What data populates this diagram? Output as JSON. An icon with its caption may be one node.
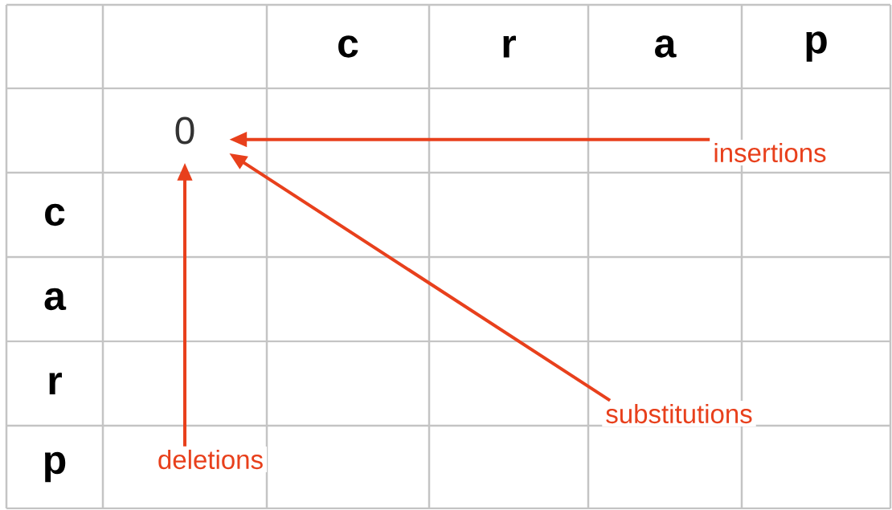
{
  "diagram": {
    "nodes": [
      {
        "text": [
          "0"
        ]
      },
      {
        "text": [
          "insertions"
        ]
      },
      {
        "text": [
          "deletions"
        ]
      },
      {
        "text": [
          "substitutions"
        ]
      }
    ],
    "edges": [
      {
        "from": 1,
        "to": 0,
        "arrow": "to"
      },
      {
        "from": 2,
        "to": 0,
        "arrow": "to"
      },
      {
        "from": 3,
        "to": 0,
        "arrow": "to"
      }
    ],
    "labels": [
      "c",
      "r",
      "a",
      "p",
      "c",
      "a",
      "r",
      "p"
    ]
  }
}
